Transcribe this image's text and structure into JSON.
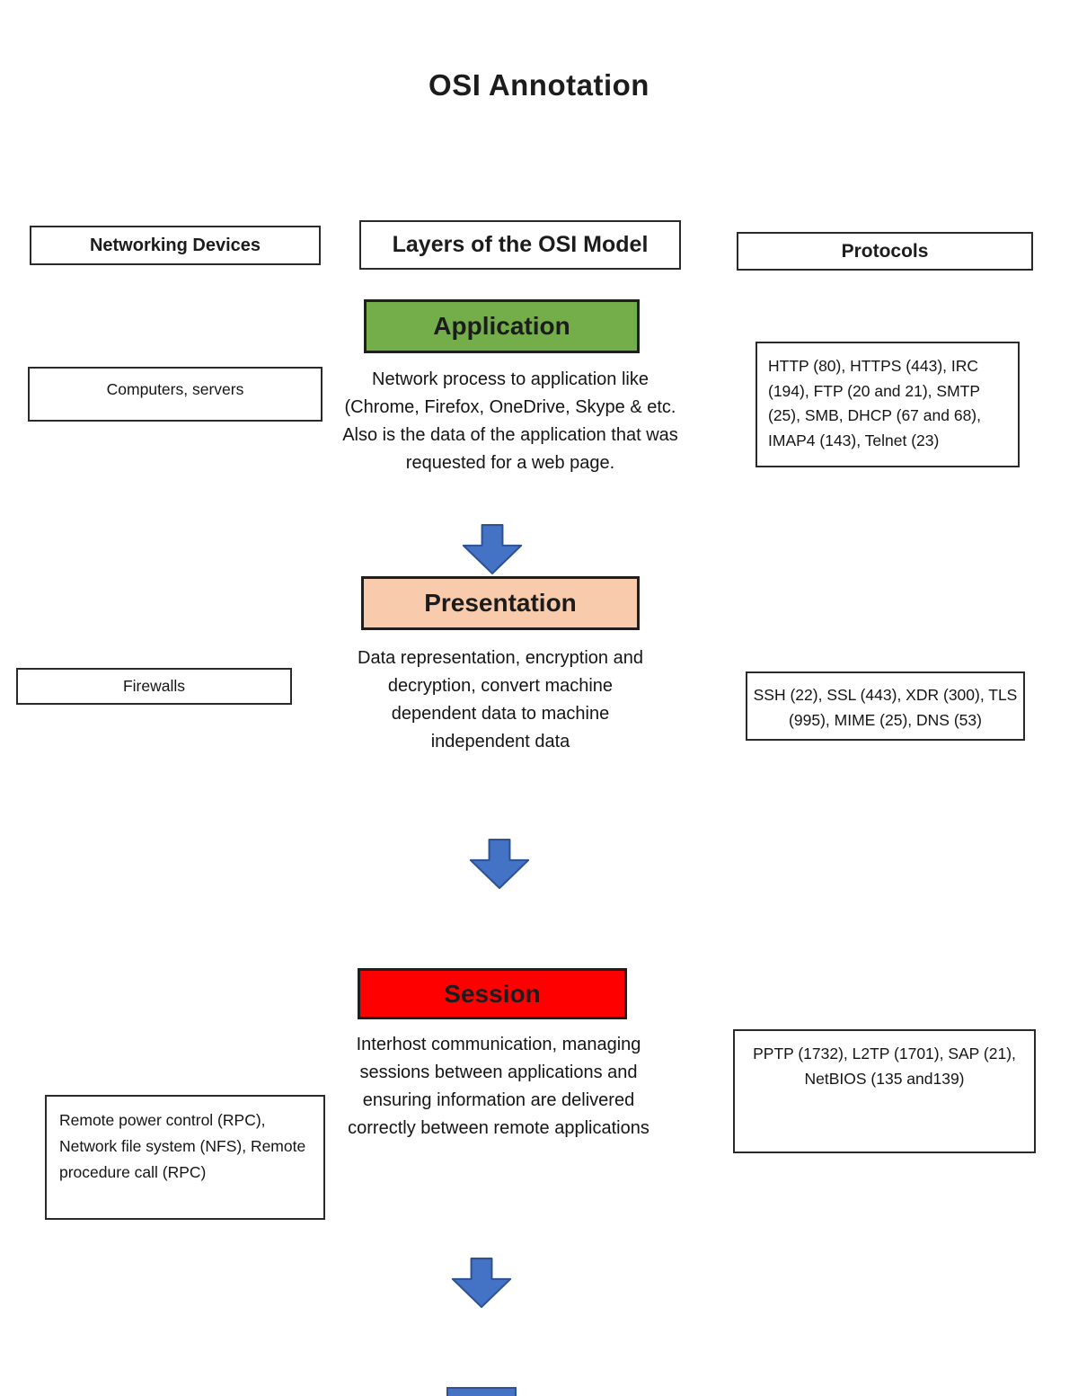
{
  "title": "OSI Annotation",
  "headers": {
    "devices": "Networking Devices",
    "layers": "Layers of the OSI Model",
    "protocols": "Protocols"
  },
  "layers": [
    {
      "name": "Application",
      "fill_color": "#73ae4b",
      "description": "Network process to application like (Chrome, Firefox, OneDrive, Skype & etc. Also is the data of the application that was requested for a web page.",
      "devices": "Computers, servers",
      "protocols": "HTTP (80), HTTPS (443), IRC (194), FTP (20 and 21), SMTP (25), SMB, DHCP (67 and 68), IMAP4 (143), Telnet (23)"
    },
    {
      "name": "Presentation",
      "fill_color": "#f8cbad",
      "description": "Data representation, encryption and decryption, convert machine dependent data to machine independent data",
      "devices": "Firewalls",
      "protocols": "SSH (22), SSL (443), XDR (300), TLS (995), MIME (25), DNS (53)"
    },
    {
      "name": "Session",
      "fill_color": "#ff0000",
      "description": "Interhost communication, managing sessions between applications and ensuring information are delivered correctly between remote applications",
      "devices": "Remote power control (RPC), Network file system (NFS), Remote procedure call (RPC)",
      "protocols": "PPTP (1732), L2TP (1701), SAP (21), NetBIOS (135 and139)"
    }
  ],
  "arrow": {
    "fill_color": "#4472c4",
    "stroke_color": "#2e5395"
  }
}
